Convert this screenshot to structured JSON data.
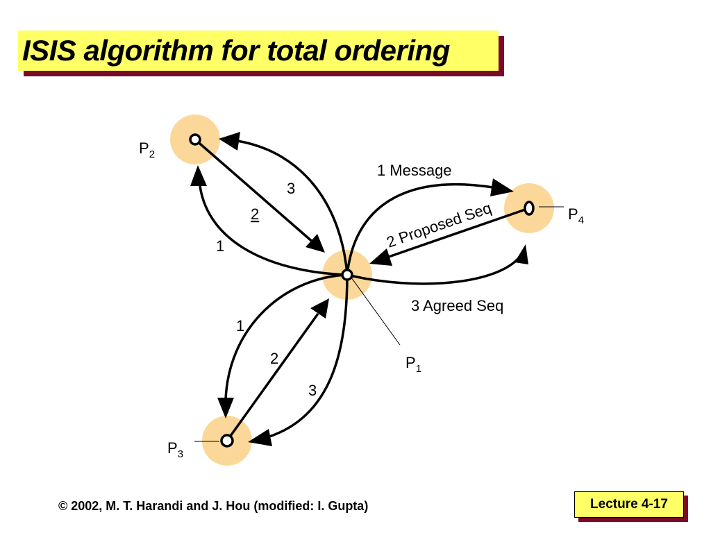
{
  "slide": {
    "title": "ISIS algorithm for total ordering",
    "footer": "© 2002, M. T. Harandi and J. Hou (modified: I. Gupta)",
    "lecture": "Lecture 4-17"
  },
  "processes": {
    "p1": {
      "letter": "P",
      "sub": "1"
    },
    "p2": {
      "letter": "P",
      "sub": "2"
    },
    "p3": {
      "letter": "P",
      "sub": "3"
    },
    "p4": {
      "letter": "P",
      "sub": "4"
    }
  },
  "edge_labels": {
    "p4_message": "1 Message",
    "p4_proposed": "2 Proposed Seq",
    "p4_agreed": "3 Agreed Seq",
    "p2_1": "1",
    "p2_2": "2",
    "p2_3": "3",
    "p3_1": "1",
    "p3_2": "2",
    "p3_3": "3"
  },
  "colors": {
    "halo": "#fbd89a",
    "title_bg": "#ffff66",
    "title_shadow": "#7b0a28"
  }
}
